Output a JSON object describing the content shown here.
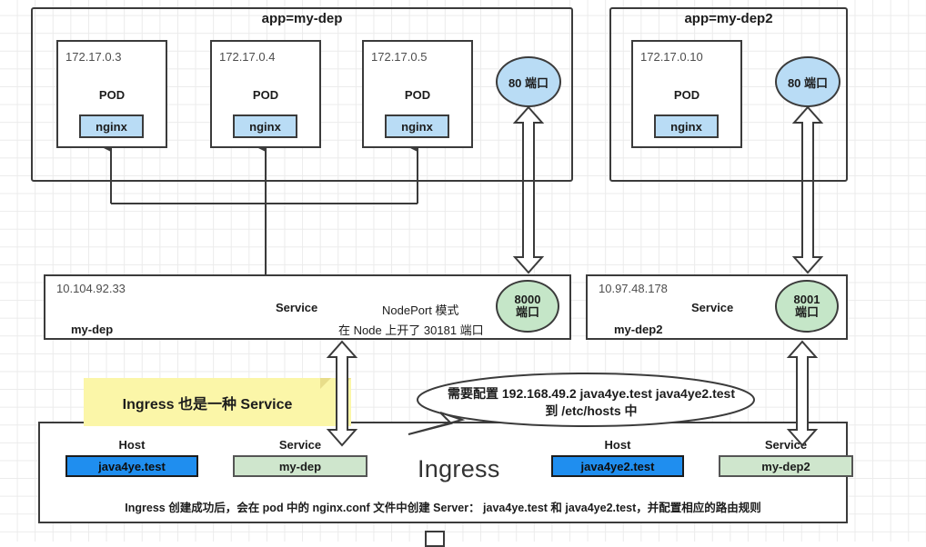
{
  "deployments": [
    {
      "title": "app=my-dep",
      "pods": [
        {
          "ip": "172.17.0.3",
          "kind": "POD",
          "container": "nginx"
        },
        {
          "ip": "172.17.0.4",
          "kind": "POD",
          "container": "nginx"
        },
        {
          "ip": "172.17.0.5",
          "kind": "POD",
          "container": "nginx"
        }
      ],
      "port_bubble": "80 端口"
    },
    {
      "title": "app=my-dep2",
      "pods": [
        {
          "ip": "172.17.0.10",
          "kind": "POD",
          "container": "nginx"
        }
      ],
      "port_bubble": "80 端口"
    }
  ],
  "services": [
    {
      "ip": "10.104.92.33",
      "word": "Service",
      "name": "my-dep",
      "mode": "NodePort 模式",
      "note": "在 Node 上开了 30181 端口",
      "port_number": "8000",
      "port_unit": "端口"
    },
    {
      "ip": "10.97.48.178",
      "word": "Service",
      "name": "my-dep2",
      "mode": "",
      "note": "",
      "port_number": "8001",
      "port_unit": "端口"
    }
  ],
  "sticky_note": {
    "text": "Ingress 也是一种 Service"
  },
  "callout": {
    "line1": "需要配置 192.168.49.2 java4ye.test java4ye2.test",
    "line2": "到 /etc/hosts 中"
  },
  "ingress": {
    "title": "Ingress",
    "columns": {
      "host": "Host",
      "service": "Service"
    },
    "rules": [
      {
        "host": "java4ye.test",
        "service": "my-dep"
      },
      {
        "host": "java4ye2.test",
        "service": "my-dep2"
      }
    ],
    "footer": "Ingress 创建成功后，会在 pod 中的 nginx.conf 文件中创建 Server： java4ye.test 和 java4ye2.test，并配置相应的路由规则"
  },
  "colors": {
    "pod_container": "#b9dcf5",
    "service_port": "#c5e6c8",
    "note": "#fbf6a8",
    "host_chip": "#1f8eef",
    "service_chip": "#cfe6cd",
    "stroke": "#3b3b3b"
  }
}
